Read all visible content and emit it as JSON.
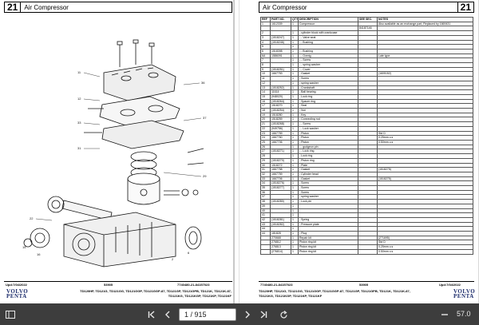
{
  "left_page": {
    "number": "21",
    "title": "Air Compressor",
    "footer_date": "Upd:7/04/2022",
    "footer_mid": "53905",
    "footer_right": "7740480-21-84157023",
    "footer_models_1": "TD120HP, TD121G, TD121GG, TD121GGP, TD121GGP-87, TD121GP, TD121GPB, TD121K, TD121K-87,",
    "footer_models_2": "TD121KG, TD121KGP, TD121KP, TD121KF",
    "logo_1": "VOLVO",
    "logo_2": "PENTA"
  },
  "right_page": {
    "number": "21",
    "title": "Air Compressor",
    "headers": [
      "REF",
      "PART NO.",
      "QTY",
      "DESCRIPTION",
      "SEE SEC.",
      "NOTES"
    ],
    "rows": [
      [
        "1",
        "1612339",
        "1",
        "Compressor",
        "",
        "Also available as an exchange part, Replaced by 1669431"
      ],
      [
        "",
        "",
        "",
        "",
        "84187146",
        ""
      ],
      [
        "2",
        "",
        "1",
        "- cylinder block with crankcase",
        "",
        ""
      ],
      [
        "3",
        "(1518247)",
        "1",
        "- - Valve seat",
        "",
        ""
      ],
      [
        "4",
        "(1518246)",
        "1",
        "- - Bushing",
        "",
        ""
      ],
      [
        "5",
        "",
        "1",
        "",
        "",
        ""
      ],
      [
        "6",
        "1518398",
        "1",
        "- - Bushing",
        "",
        ""
      ],
      [
        "6A",
        "1586091",
        "1",
        "- - Overig",
        "",
        "Late type"
      ],
      [
        "7",
        "",
        "1",
        "- - Screw",
        "",
        ""
      ],
      [
        "8",
        "",
        "1",
        "- - spring washer",
        "",
        ""
      ],
      [
        "9",
        "(1518251)",
        "1",
        "- - Cover",
        "",
        ""
      ],
      [
        "10",
        "1667753",
        "1",
        "- Gasket",
        "",
        "(1605152)"
      ],
      [
        "11",
        "",
        "1",
        "- Screw",
        "",
        ""
      ],
      [
        "12",
        "",
        "1",
        "- spring washer",
        "",
        ""
      ],
      [
        "13",
        "(1518252)",
        "1",
        "- Crankshaft",
        "",
        ""
      ],
      [
        "14",
        "11614",
        "1",
        "- Ball bearing",
        "",
        ""
      ],
      [
        "15",
        "(948020)",
        "1",
        "- Lock ring",
        "",
        ""
      ],
      [
        "16",
        "(1518264)",
        "1",
        "- Spacer ring",
        "",
        ""
      ],
      [
        "17",
        "1518270",
        "1",
        "- Seal",
        "",
        ""
      ],
      [
        "18",
        "(1518254)",
        "1",
        "- Nut",
        "",
        ""
      ],
      [
        "19",
        "1518280",
        "1",
        "- Key",
        "",
        ""
      ],
      [
        "20",
        "1518259",
        "1",
        "- Connecting rod",
        "",
        ""
      ],
      [
        "21",
        "(1518268)",
        "1",
        "- - Screw",
        "",
        ""
      ],
      [
        "22",
        "(949756)",
        "1",
        "- - Lock washer",
        "",
        ""
      ],
      [
        "23",
        "1667759",
        "1",
        "- Piston",
        "",
        "Std D"
      ],
      [
        "24",
        "1667760",
        "1",
        "- Piston",
        "",
        "0.25mm o.s"
      ],
      [
        "25",
        "1667706",
        "1",
        "- Piston",
        "",
        "0.50mm o.s"
      ],
      [
        "26",
        "",
        "1",
        "- - gudgeon pin",
        "",
        ""
      ],
      [
        "27",
        "(1518271)",
        "1",
        "- - Lock ring",
        "",
        ""
      ],
      [
        "28",
        "",
        "1",
        "- Lock ring",
        "",
        ""
      ],
      [
        "29",
        "(1518270)",
        "1",
        "- Piston ring",
        "",
        ""
      ],
      [
        "30",
        "1518272",
        "1",
        "- Plate",
        "",
        ""
      ],
      [
        "31",
        "1667758",
        "1",
        "- Gasket",
        "",
        "(1518275)"
      ],
      [
        "32",
        "1667759",
        "1",
        "- Cylinder head",
        "",
        ""
      ],
      [
        "33",
        "1667706",
        "1",
        "- Gasket",
        "",
        "(1518275)"
      ],
      [
        "34",
        "(1518276)",
        "1",
        "- Screw",
        "",
        ""
      ],
      [
        "35",
        "(1518277)",
        "1",
        "- Screw",
        "",
        ""
      ],
      [
        "36",
        "",
        "1",
        "- Screw",
        "",
        ""
      ],
      [
        "37",
        "",
        "1",
        "- spring washer",
        "",
        ""
      ],
      [
        "38",
        "(1518280)",
        "1",
        "- Lock pin",
        "",
        ""
      ],
      [
        "39",
        "",
        "1",
        "",
        "",
        ""
      ],
      [
        "40",
        "",
        "1",
        "",
        "",
        ""
      ],
      [
        "41",
        "",
        "1",
        "",
        "",
        ""
      ],
      [
        "42",
        "(1518281)",
        "1",
        "- Spring",
        "",
        ""
      ],
      [
        "43",
        "(1518282)",
        "1",
        "- Pressure plate",
        "",
        ""
      ],
      [
        "44",
        "",
        "1",
        "",
        "",
        ""
      ],
      [
        "44",
        "181828",
        "1",
        "- Plug",
        "",
        ""
      ],
      [
        "",
        "270668",
        "1",
        "Repair kit",
        "",
        "(271695)"
      ],
      [
        "",
        "276812",
        "1",
        "Piston ring kit",
        "",
        "Std D"
      ],
      [
        "",
        "276813",
        "1",
        "Piston ring kit",
        "",
        "0.25mm o.s"
      ],
      [
        "",
        "(276814)",
        "1",
        "Piston ring kit",
        "",
        "0.50mm o.s"
      ]
    ],
    "footer_left": "7740480-21-84157023",
    "footer_mid": "53905",
    "footer_date": "Upd:7/04/2022",
    "footer_models_1": "TD120HP, TD121G, TD121GG, TD121GGP, TD121GGP-87, TD121GP, TD121GPB, TD121K, TD121K-87,",
    "footer_models_2": "TD121KG, TD121KGP, TD121KP, TD121KF",
    "logo_1": "VOLVO",
    "logo_2": "PENTA"
  },
  "toolbar": {
    "page_field": "1 / 915",
    "zoom": "57.0"
  }
}
